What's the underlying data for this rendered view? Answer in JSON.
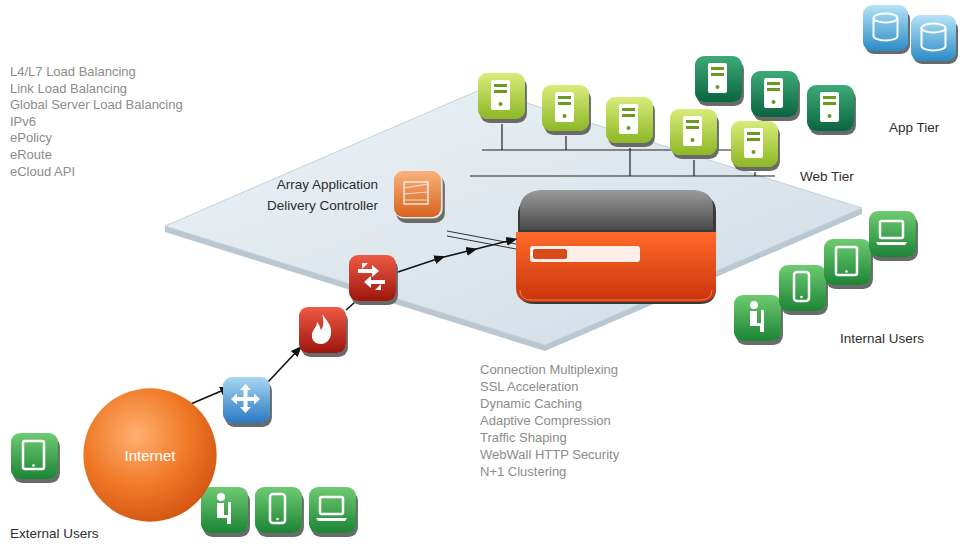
{
  "diagram": {
    "nodes": [
      {
        "text": [
          "Internet"
        ]
      }
    ],
    "labels": [
      "L4/L7 Load Balancing",
      "Link Load Balancing",
      "Global Server Load Balancing",
      "IPv6",
      "ePolicy",
      "eRoute",
      "eCloud API",
      "Array Application Delivery Controller",
      "App Tier",
      "Web Tier",
      "Internal Users",
      "Connection Multiplexing",
      "SSL Acceleration",
      "Dynamic Caching",
      "Adaptive Compression",
      "Traffic Shaping",
      "WebWall HTTP Security",
      "N+1 Clustering",
      "External Users"
    ]
  }
}
